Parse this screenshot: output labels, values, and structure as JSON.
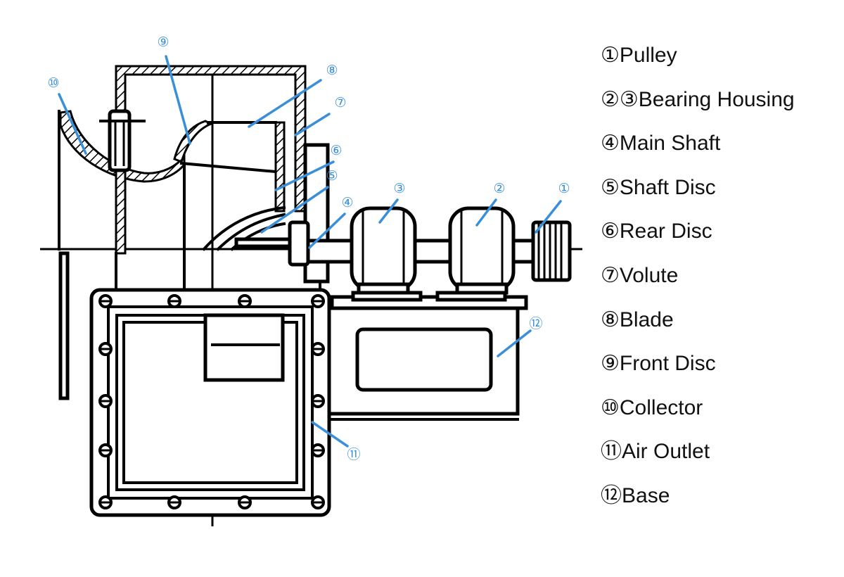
{
  "parts": [
    {
      "id": "1",
      "marker": "①",
      "label": "①Pulley"
    },
    {
      "id": "2",
      "marker": "②",
      "label": "②③Bearing Housing"
    },
    {
      "id": "3",
      "marker": "③",
      "label": ""
    },
    {
      "id": "4",
      "marker": "④",
      "label": "④Main Shaft"
    },
    {
      "id": "5",
      "marker": "⑤",
      "label": "⑤Shaft Disc"
    },
    {
      "id": "6",
      "marker": "⑥",
      "label": "⑥Rear Disc"
    },
    {
      "id": "7",
      "marker": "⑦",
      "label": "⑦Volute"
    },
    {
      "id": "8",
      "marker": "⑧",
      "label": "⑧Blade"
    },
    {
      "id": "9",
      "marker": "⑨",
      "label": "⑨Front Disc"
    },
    {
      "id": "10",
      "marker": "⑩",
      "label": "⑩Collector"
    },
    {
      "id": "11",
      "marker": "⑪",
      "label": "⑪Air Outlet"
    },
    {
      "id": "12",
      "marker": "⑫",
      "label": "⑫Base"
    }
  ],
  "legend": [
    "①Pulley",
    "②③Bearing Housing",
    "④Main Shaft",
    "⑤Shaft Disc",
    "⑥Rear Disc",
    "⑦Volute",
    "⑧Blade",
    "⑨Front Disc",
    "⑩Collector",
    "⑪Air Outlet",
    "⑫Base"
  ],
  "colors": {
    "leader": "#3a8fd9",
    "line": "#000000",
    "background": "#ffffff"
  }
}
